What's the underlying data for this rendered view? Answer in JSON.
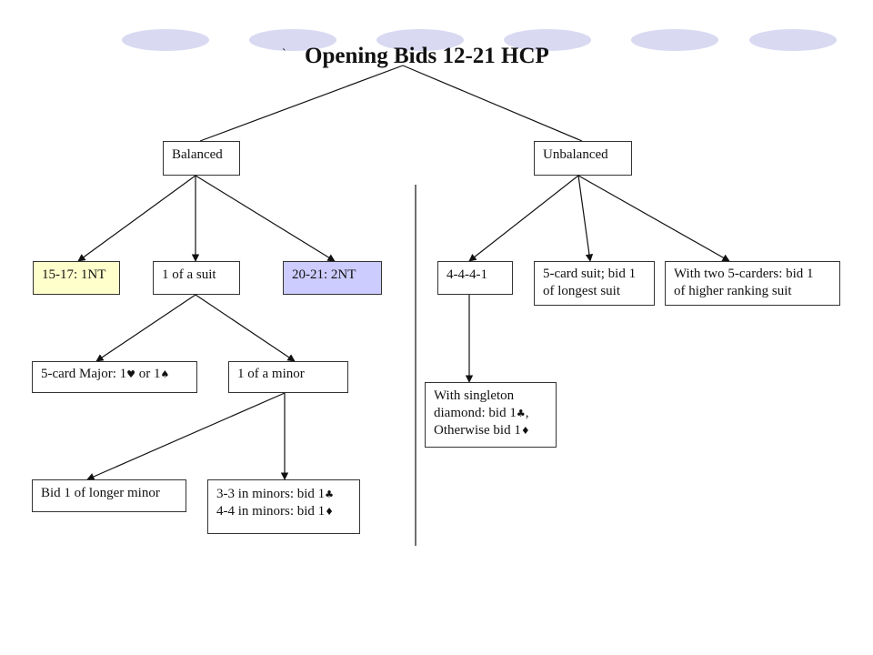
{
  "title": "Opening Bids 12-21 HCP",
  "stray_mark": "`",
  "colors": {
    "nt_1": "#ffffcc",
    "nt_2": "#ccccff",
    "decoration": "#d9d9f2"
  },
  "nodes": {
    "balanced": "Balanced",
    "unbalanced": "Unbalanced",
    "nt_15_17": "15-17: 1NT",
    "one_of_suit": "1 of a suit",
    "nt_20_21": "20-21: 2NT",
    "five_card_major": {
      "text": "5-card Major: 1",
      "mid": " or 1",
      "suit1": "♥",
      "suit2": "♠"
    },
    "one_of_minor": "1 of a minor",
    "longer_minor": "Bid 1 of longer minor",
    "minors_33": {
      "text": "3-3 in minors: bid 1",
      "suit": "♣"
    },
    "minors_44": {
      "text": "4-4 in minors: bid 1",
      "suit": "♦"
    },
    "four_four_four_one": "4-4-4-1",
    "five_card_suit": [
      "5-card suit; bid 1",
      "of longest suit"
    ],
    "two_five_carders": [
      "With two 5-carders: bid 1",
      "of higher ranking suit"
    ],
    "singleton": {
      "line1": "With singleton",
      "line2": "diamond: bid 1",
      "line2_suit": "♣",
      "line2_tail": ",",
      "line3": "Otherwise bid 1",
      "line3_suit": "♦"
    }
  }
}
